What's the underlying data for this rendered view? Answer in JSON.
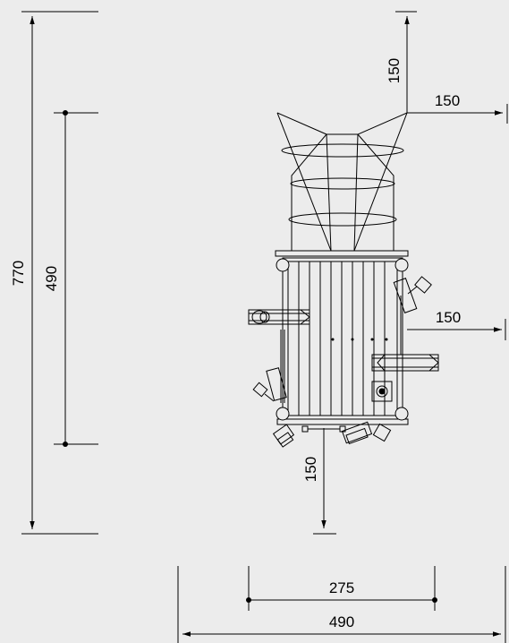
{
  "dimensions": {
    "total_height": "770",
    "inner_height": "490",
    "top_vertical": "150",
    "top_horizontal": "150",
    "mid_horizontal": "150",
    "bottom_vertical": "150",
    "width_inner": "275",
    "width_total": "490"
  },
  "colors": {
    "background": "#ececec",
    "line": "#000000"
  }
}
